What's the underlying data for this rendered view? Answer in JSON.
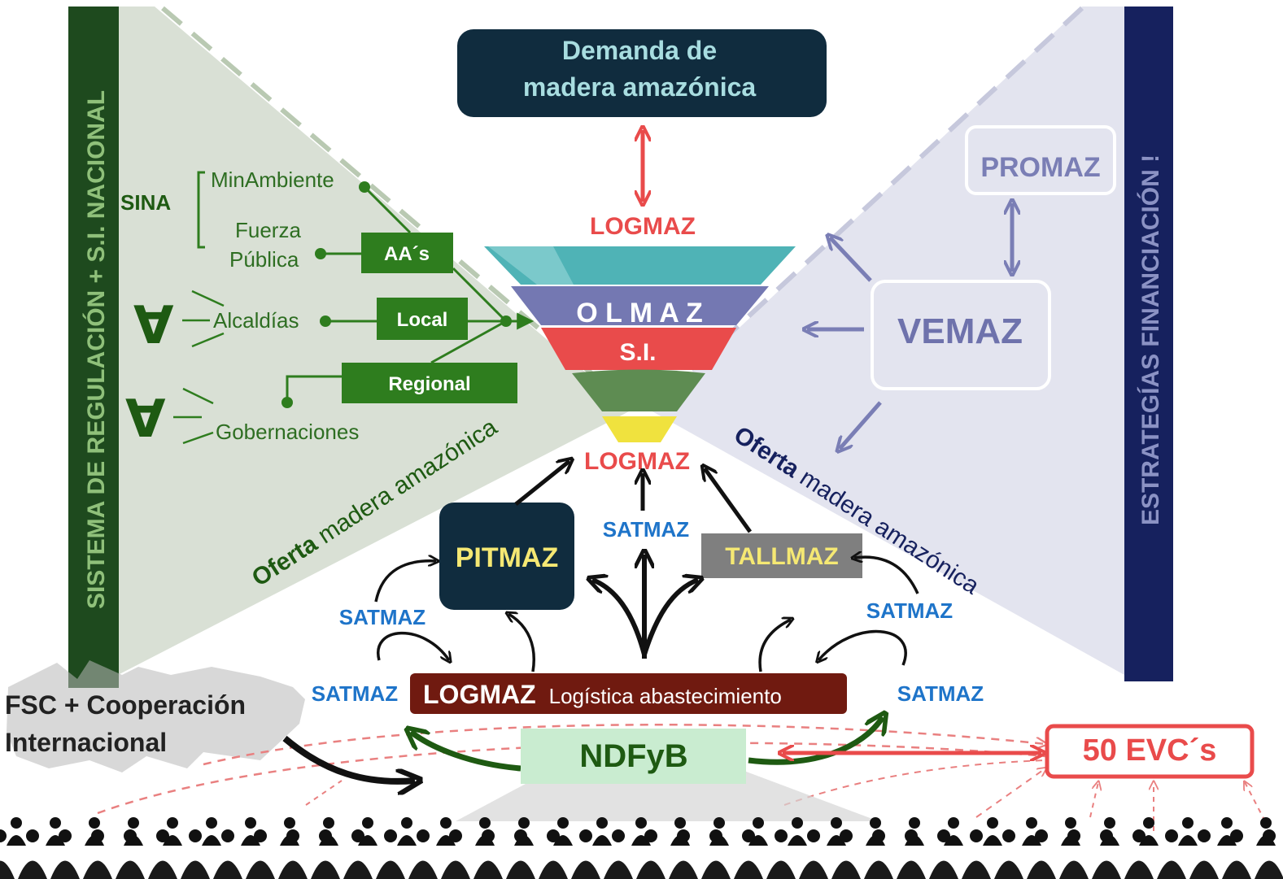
{
  "colors": {
    "left_panel": "#d9e0d5",
    "right_panel": "#e3e4ef",
    "left_band": "#1e4a1e",
    "right_band": "#16215e",
    "green": "#2e7d1e",
    "red": "#e94b4b",
    "navy": "#102c3e",
    "satmaz_blue": "#1e74c9",
    "purple": "#7a7eb5",
    "dark_red": "#701a10"
  },
  "left_band_label": "SISTEMA DE REGULACIÓN + S.I. NACIONAL",
  "right_band_label": "ESTRATEGÍAS FINANCIACIÓN !",
  "demand": {
    "line1": "Demanda de",
    "line2": "madera amazónica"
  },
  "logmaz_top": "LOGMAZ",
  "funnel": {
    "olmaz": "O L M A Z",
    "si": "S.I."
  },
  "logmaz_mid": "LOGMAZ",
  "left": {
    "sina": "SINA",
    "minambiente": "MinAmbiente",
    "fuerza1": "Fuerza",
    "fuerza2": "Pública",
    "aas": "AA´s",
    "alcaldias": "Alcaldías",
    "local": "Local",
    "regional": "Regional",
    "gobernaciones": "Gobernaciones",
    "forall": "∀",
    "oferta_bold": "Oferta",
    "oferta_rest": " madera amazónica"
  },
  "right": {
    "promaz": "PROMAZ",
    "vemaz": "VEMAZ",
    "oferta_bold": "Oferta",
    "oferta_rest": " madera amazónica"
  },
  "center": {
    "pitmaz": "PITMAZ",
    "tallmaz": "TALLMAZ",
    "satmaz": "SATMAZ",
    "logmaz_bar_bold": "LOGMAZ",
    "logmaz_bar_rest": "Logística abastecimiento",
    "ndfyb": "NDFyB",
    "evc": "50 EVC´s"
  },
  "fsc": {
    "line1": "FSC + Cooperación",
    "line2": "Internacional"
  }
}
